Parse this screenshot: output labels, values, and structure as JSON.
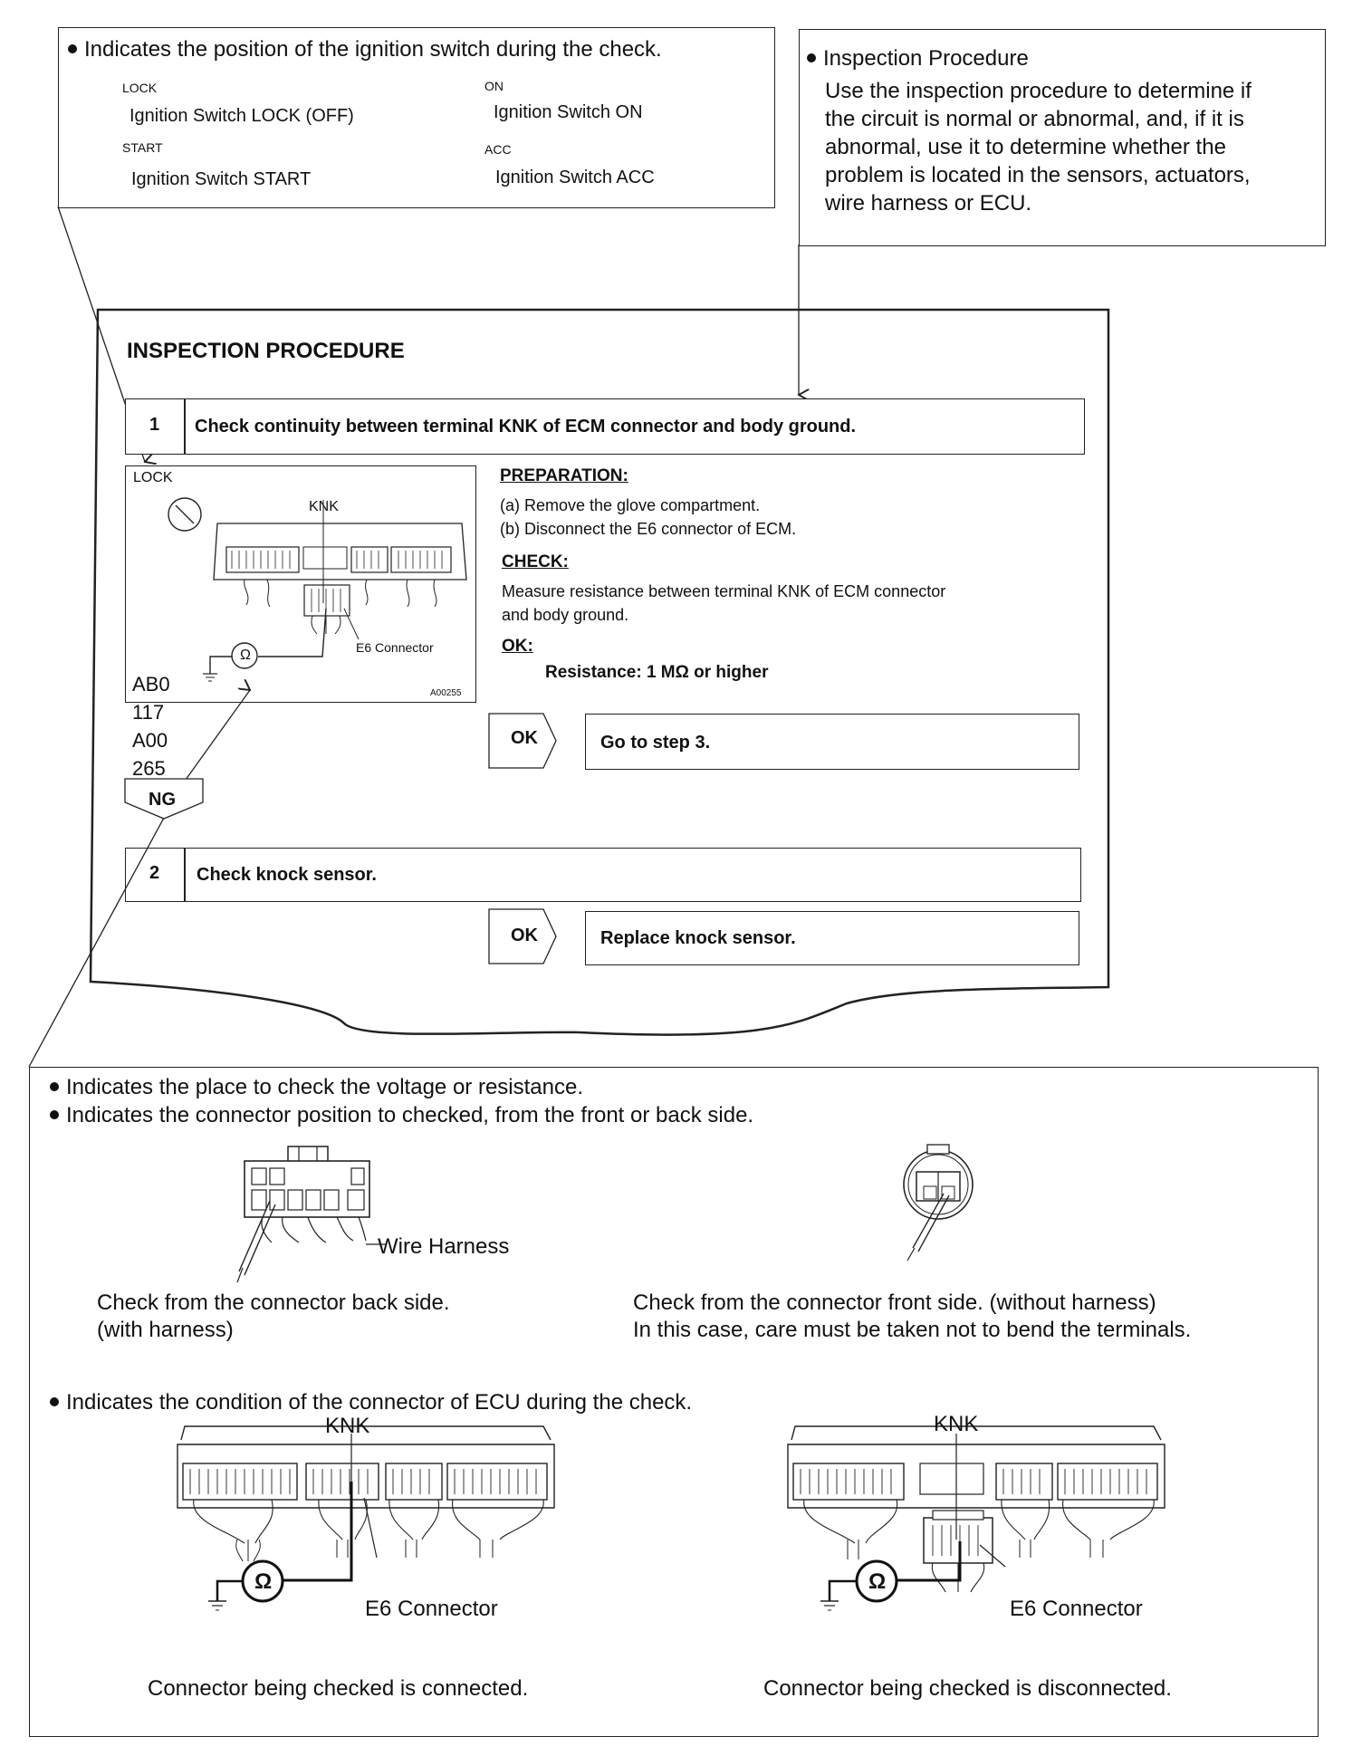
{
  "ignition_box": {
    "heading": "Indicates the position of the ignition switch during the check.",
    "items": [
      {
        "small": "LOCK",
        "label": "Ignition Switch LOCK (OFF)"
      },
      {
        "small": "ON",
        "label": "Ignition Switch ON"
      },
      {
        "small": "START",
        "label": "Ignition Switch START"
      },
      {
        "small": "ACC",
        "label": "Ignition Switch ACC"
      }
    ]
  },
  "procedure_box": {
    "heading": "Inspection Procedure",
    "lines": [
      "Use the inspection procedure to determine if",
      "the circuit is normal or abnormal, and, if it is",
      "abnormal, use it to determine whether the",
      "problem is located in the sensors, actuators,",
      "wire harness or ECU."
    ]
  },
  "main_panel": {
    "title": "INSPECTION PROCEDURE",
    "step1": {
      "number": "1",
      "text": "Check continuity between terminal KNK of ECM connector and body ground."
    },
    "figure": {
      "lock_label": "LOCK",
      "knk_label": "KNK",
      "connector_label": "E6 Connector",
      "ohm_symbol": "Ω",
      "figure_code": "A00255",
      "side_codes": [
        "AB0",
        "117",
        "A00",
        "265"
      ]
    },
    "preparation": {
      "heading": "PREPARATION:",
      "lines": [
        "(a) Remove the glove compartment.",
        "(b) Disconnect the E6 connector of ECM."
      ]
    },
    "check": {
      "heading": "CHECK:",
      "lines": [
        "Measure resistance between terminal KNK of ECM connector",
        "and body ground."
      ]
    },
    "ok": {
      "heading": "OK:",
      "value": "Resistance: 1 MΩ or higher"
    },
    "ok_result_1": {
      "tag": "OK",
      "text": "Go to step 3."
    },
    "ng_tag": "NG",
    "step2": {
      "number": "2",
      "text": "Check knock sensor."
    },
    "ok_result_2": {
      "tag": "OK",
      "text": "Replace knock sensor."
    }
  },
  "bottom_box": {
    "bullets": [
      "Indicates the place to check the voltage or resistance.",
      "Indicates the connector position to checked, from the front or back side."
    ],
    "wire_harness_label": "Wire Harness",
    "back_side": [
      "Check from the connector back side.",
      "(with harness)"
    ],
    "front_side": [
      "Check from the connector front side. (without harness)",
      "In this case, care must be taken not to bend the terminals."
    ],
    "ecu_bullet": "Indicates the condition of the connector of ECU during the check.",
    "left_ecu": {
      "knk": "KNK",
      "connector": "E6 Connector",
      "ohm": "Ω",
      "caption": "Connector being checked is connected."
    },
    "right_ecu": {
      "knk": "KNK",
      "connector": "E6 Connector",
      "ohm": "Ω",
      "caption": "Connector being checked is disconnected."
    }
  }
}
